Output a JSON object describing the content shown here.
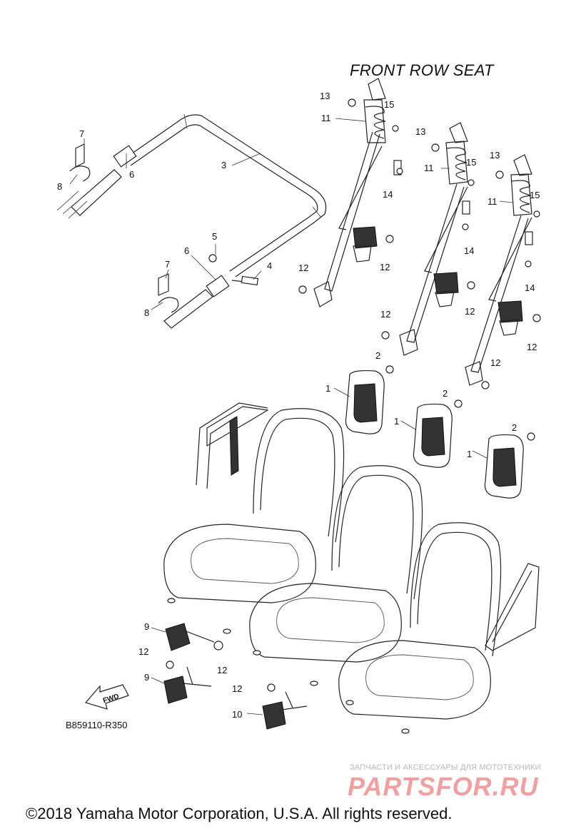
{
  "title": "FRONT ROW SEAT",
  "diagram_code": "B859110-R350",
  "copyright": "©2018 Yamaha Motor Corporation, U.S.A. All rights reserved.",
  "watermark": {
    "tagline": "ЗАПЧАСТИ И АКСЕССУАРЫ ДЛЯ МОТОТЕХНИКИ",
    "brand": "PARTSFOR.RU"
  },
  "fwd_arrow_label": "FWD",
  "callouts": {
    "n1a": "1",
    "n1b": "1",
    "n1c": "1",
    "n2a": "2",
    "n2b": "2",
    "n2c": "2",
    "n3": "3",
    "n4": "4",
    "n5": "5",
    "n6a": "6",
    "n6b": "6",
    "n7a": "7",
    "n7b": "7",
    "n8a": "8",
    "n8b": "8",
    "n9a": "9",
    "n9b": "9",
    "n10": "10",
    "n11a": "11",
    "n11b": "11",
    "n11c": "11",
    "n12a": "12",
    "n12b": "12",
    "n12c": "12",
    "n12d": "12",
    "n12e": "12",
    "n12f": "12",
    "n12g": "12",
    "n12h": "12",
    "n12i": "12",
    "n13a": "13",
    "n13b": "13",
    "n13c": "13",
    "n14a": "14",
    "n14b": "14",
    "n14c": "14",
    "n15a": "15",
    "n15b": "15",
    "n15c": "15"
  },
  "colors": {
    "line": "#222222",
    "watermark": "#f0a0a0"
  }
}
